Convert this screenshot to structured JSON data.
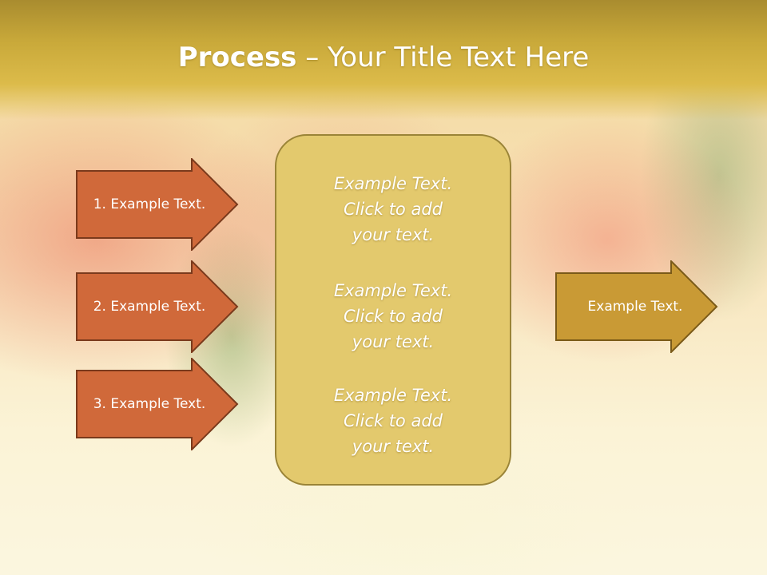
{
  "slide": {
    "title_bold": "Process",
    "title_rest": " – Your Title Text Here"
  },
  "left_arrows": [
    {
      "label": "1. Example Text."
    },
    {
      "label": "2. Example Text."
    },
    {
      "label": "3. Example Text."
    }
  ],
  "center_box": {
    "blocks": [
      {
        "line1": "Example Text.",
        "line2": "Click  to add",
        "line3": "your text."
      },
      {
        "line1": "Example Text.",
        "line2": "Click  to add",
        "line3": "your text."
      },
      {
        "line1": "Example Text.",
        "line2": "Click  to add",
        "line3": "your text."
      }
    ]
  },
  "right_arrow": {
    "label": "Example Text."
  },
  "colors": {
    "header": "#c9a93a",
    "left_arrow_fill": "#d0693a",
    "left_arrow_border": "#7a3a1c",
    "center_fill": "#e3c96d",
    "right_arrow_fill": "#c99a35",
    "right_arrow_border": "#7a5a18"
  }
}
